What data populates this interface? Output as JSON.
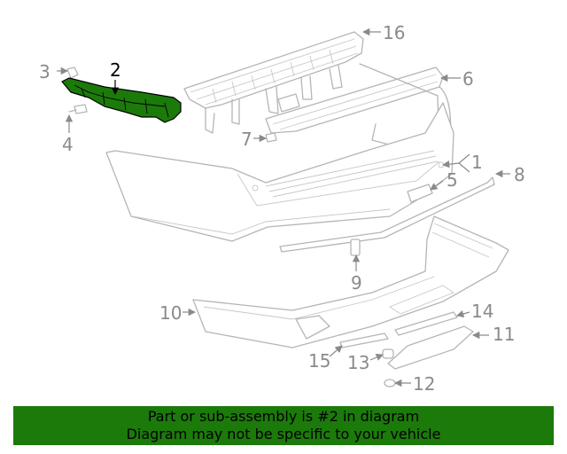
{
  "diagram": {
    "highlight_color": "#1c7a0b",
    "highlighted_part": "2",
    "callouts": [
      "1",
      "2",
      "3",
      "4",
      "5",
      "6",
      "7",
      "8",
      "9",
      "10",
      "11",
      "12",
      "13",
      "14",
      "15",
      "16"
    ]
  },
  "banner": {
    "line1": "Part or sub-assembly is #2 in diagram",
    "line2": "Diagram may not be specific to your vehicle",
    "background": "#1c7a0b"
  }
}
